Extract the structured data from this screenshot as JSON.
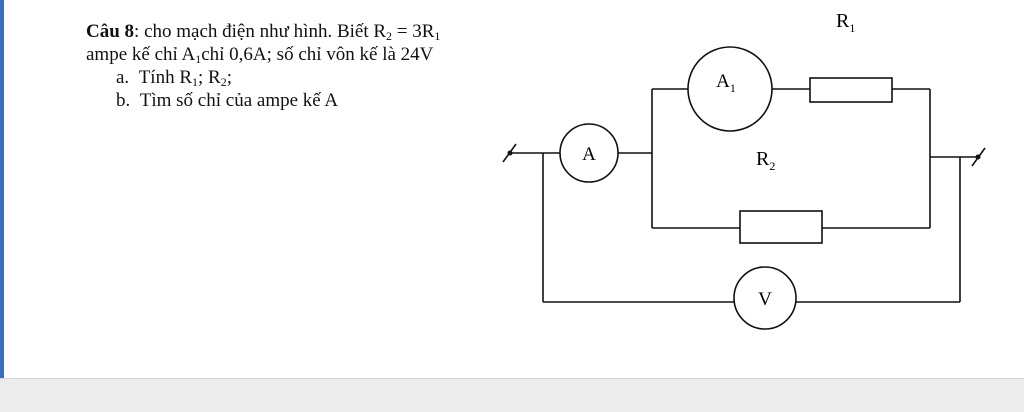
{
  "problem": {
    "label": "Câu 8",
    "intro": ": cho mạch điện như hình. Biết R",
    "intro_sub1": "2",
    "intro_eq": " = 3R",
    "intro_sub2": "1",
    "line2_a": "ampe kế chỉ A",
    "line2_sub": "1",
    "line2_b": "chỉ 0,6A; số chỉ vôn kế là 24V",
    "item_a_prefix": "a.",
    "item_a_text": "Tính R",
    "item_a_sub1": "1",
    "item_a_mid": "; R",
    "item_a_sub2": "2",
    "item_a_end": ";",
    "item_b_prefix": "b.",
    "item_b_text": "Tìm số chỉ của ampe kế A"
  },
  "circuit": {
    "r1_label": "R",
    "r1_sub": "1",
    "r2_label": "R",
    "r2_sub": "2",
    "ammeter_main": "A",
    "ammeter_branch": "A",
    "ammeter_branch_sub": "1",
    "voltmeter": "V"
  }
}
